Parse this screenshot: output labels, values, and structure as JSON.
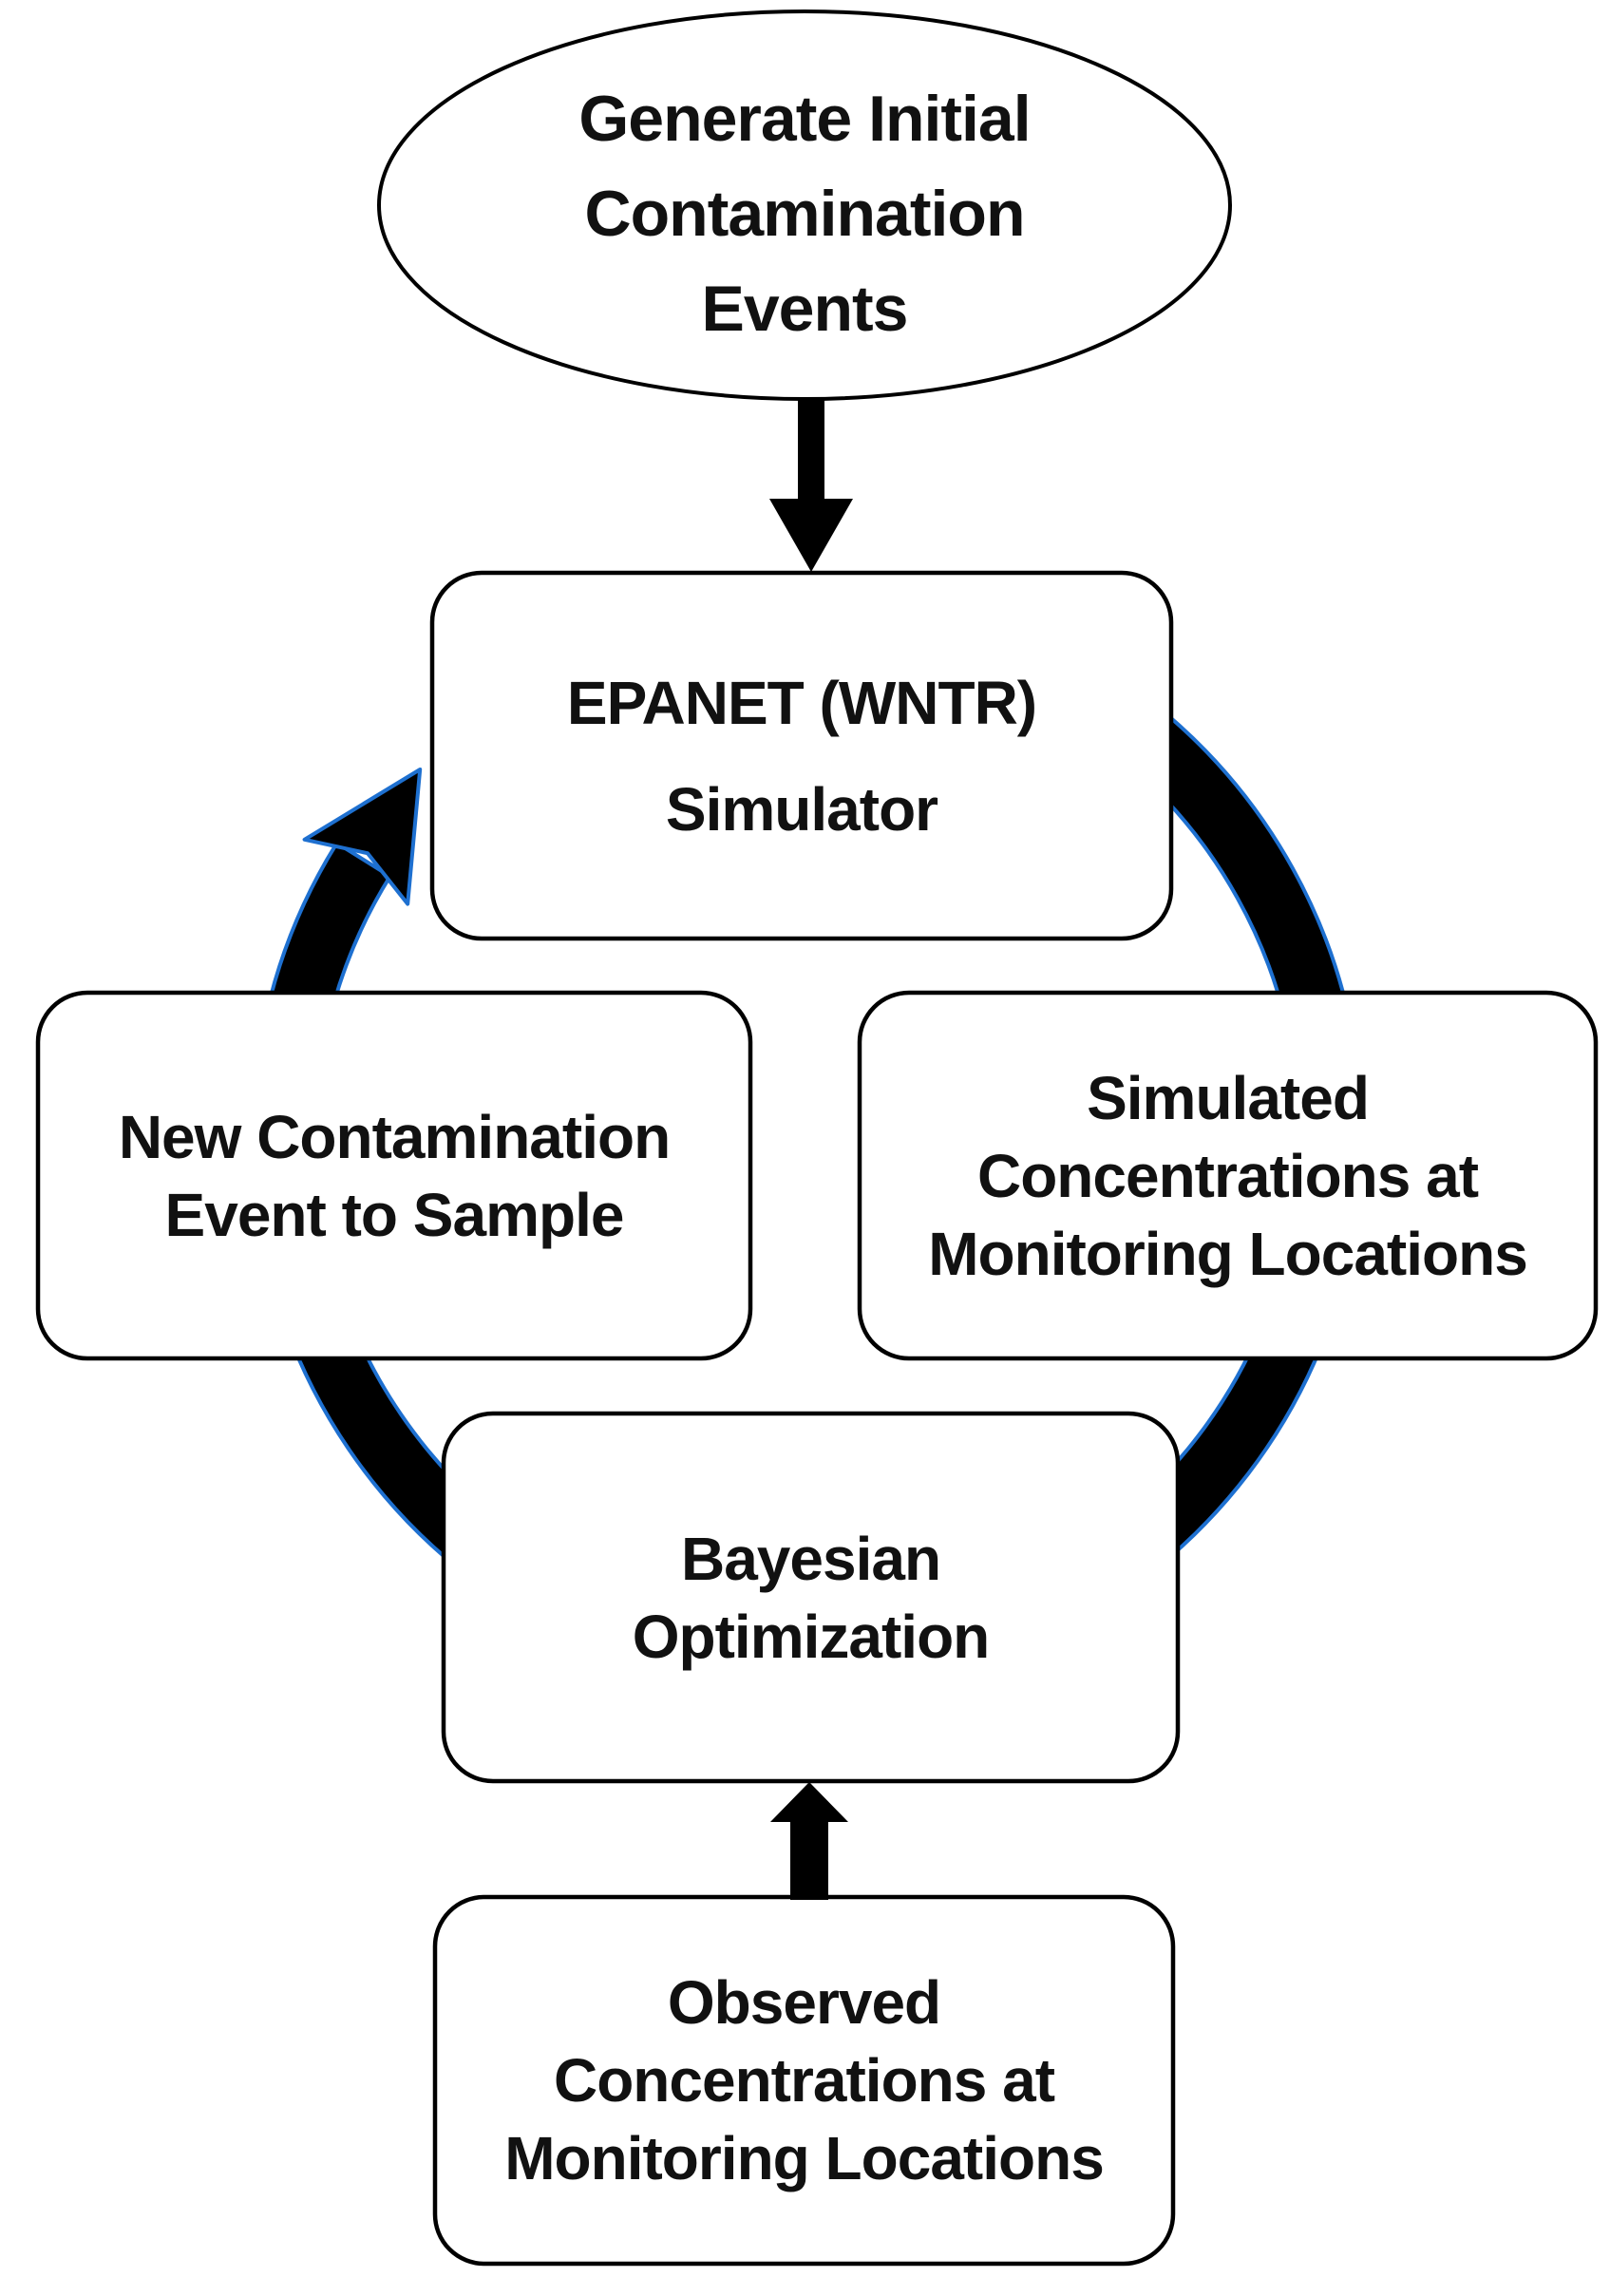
{
  "figure": {
    "title": "Bayesian optimization contamination source identification loop",
    "colors": {
      "background": "#ffffff",
      "shape_fill": "#ffffff",
      "shape_border": "#000000",
      "text": "#111111",
      "straight_arrow": "#000000",
      "loop_arrow_fill": "#000000",
      "loop_arrow_edge": "#1e70d0"
    },
    "nodes": [
      {
        "id": "generate-events",
        "shape": "ellipse",
        "label": "Generate Initial\nContamination\nEvents"
      },
      {
        "id": "epanet-simulator",
        "shape": "rounded-rect",
        "label": "EPANET (WNTR)\nSimulator"
      },
      {
        "id": "new-contamination-event",
        "shape": "rounded-rect",
        "label": "New Contamination\nEvent to Sample"
      },
      {
        "id": "simulated-concentrations",
        "shape": "rounded-rect",
        "label": "Simulated\nConcentrations at\nMonitoring Locations"
      },
      {
        "id": "bayesian-optimization",
        "shape": "rounded-rect",
        "label": "Bayesian\nOptimization"
      },
      {
        "id": "observed-concentrations",
        "shape": "rounded-rect",
        "label": "Observed\nConcentrations at\nMonitoring Locations"
      }
    ],
    "edges": [
      {
        "id": "generate-to-epanet",
        "type": "straight-arrow",
        "from": "generate-events",
        "to": "epanet-simulator"
      },
      {
        "id": "observed-to-bayesian",
        "type": "straight-arrow",
        "from": "observed-concentrations",
        "to": "bayesian-optimization"
      },
      {
        "id": "iteration-loop",
        "type": "circular-arrow",
        "direction": "clockwise",
        "through": [
          "epanet-simulator",
          "simulated-concentrations",
          "bayesian-optimization",
          "new-contamination-event"
        ]
      }
    ]
  }
}
